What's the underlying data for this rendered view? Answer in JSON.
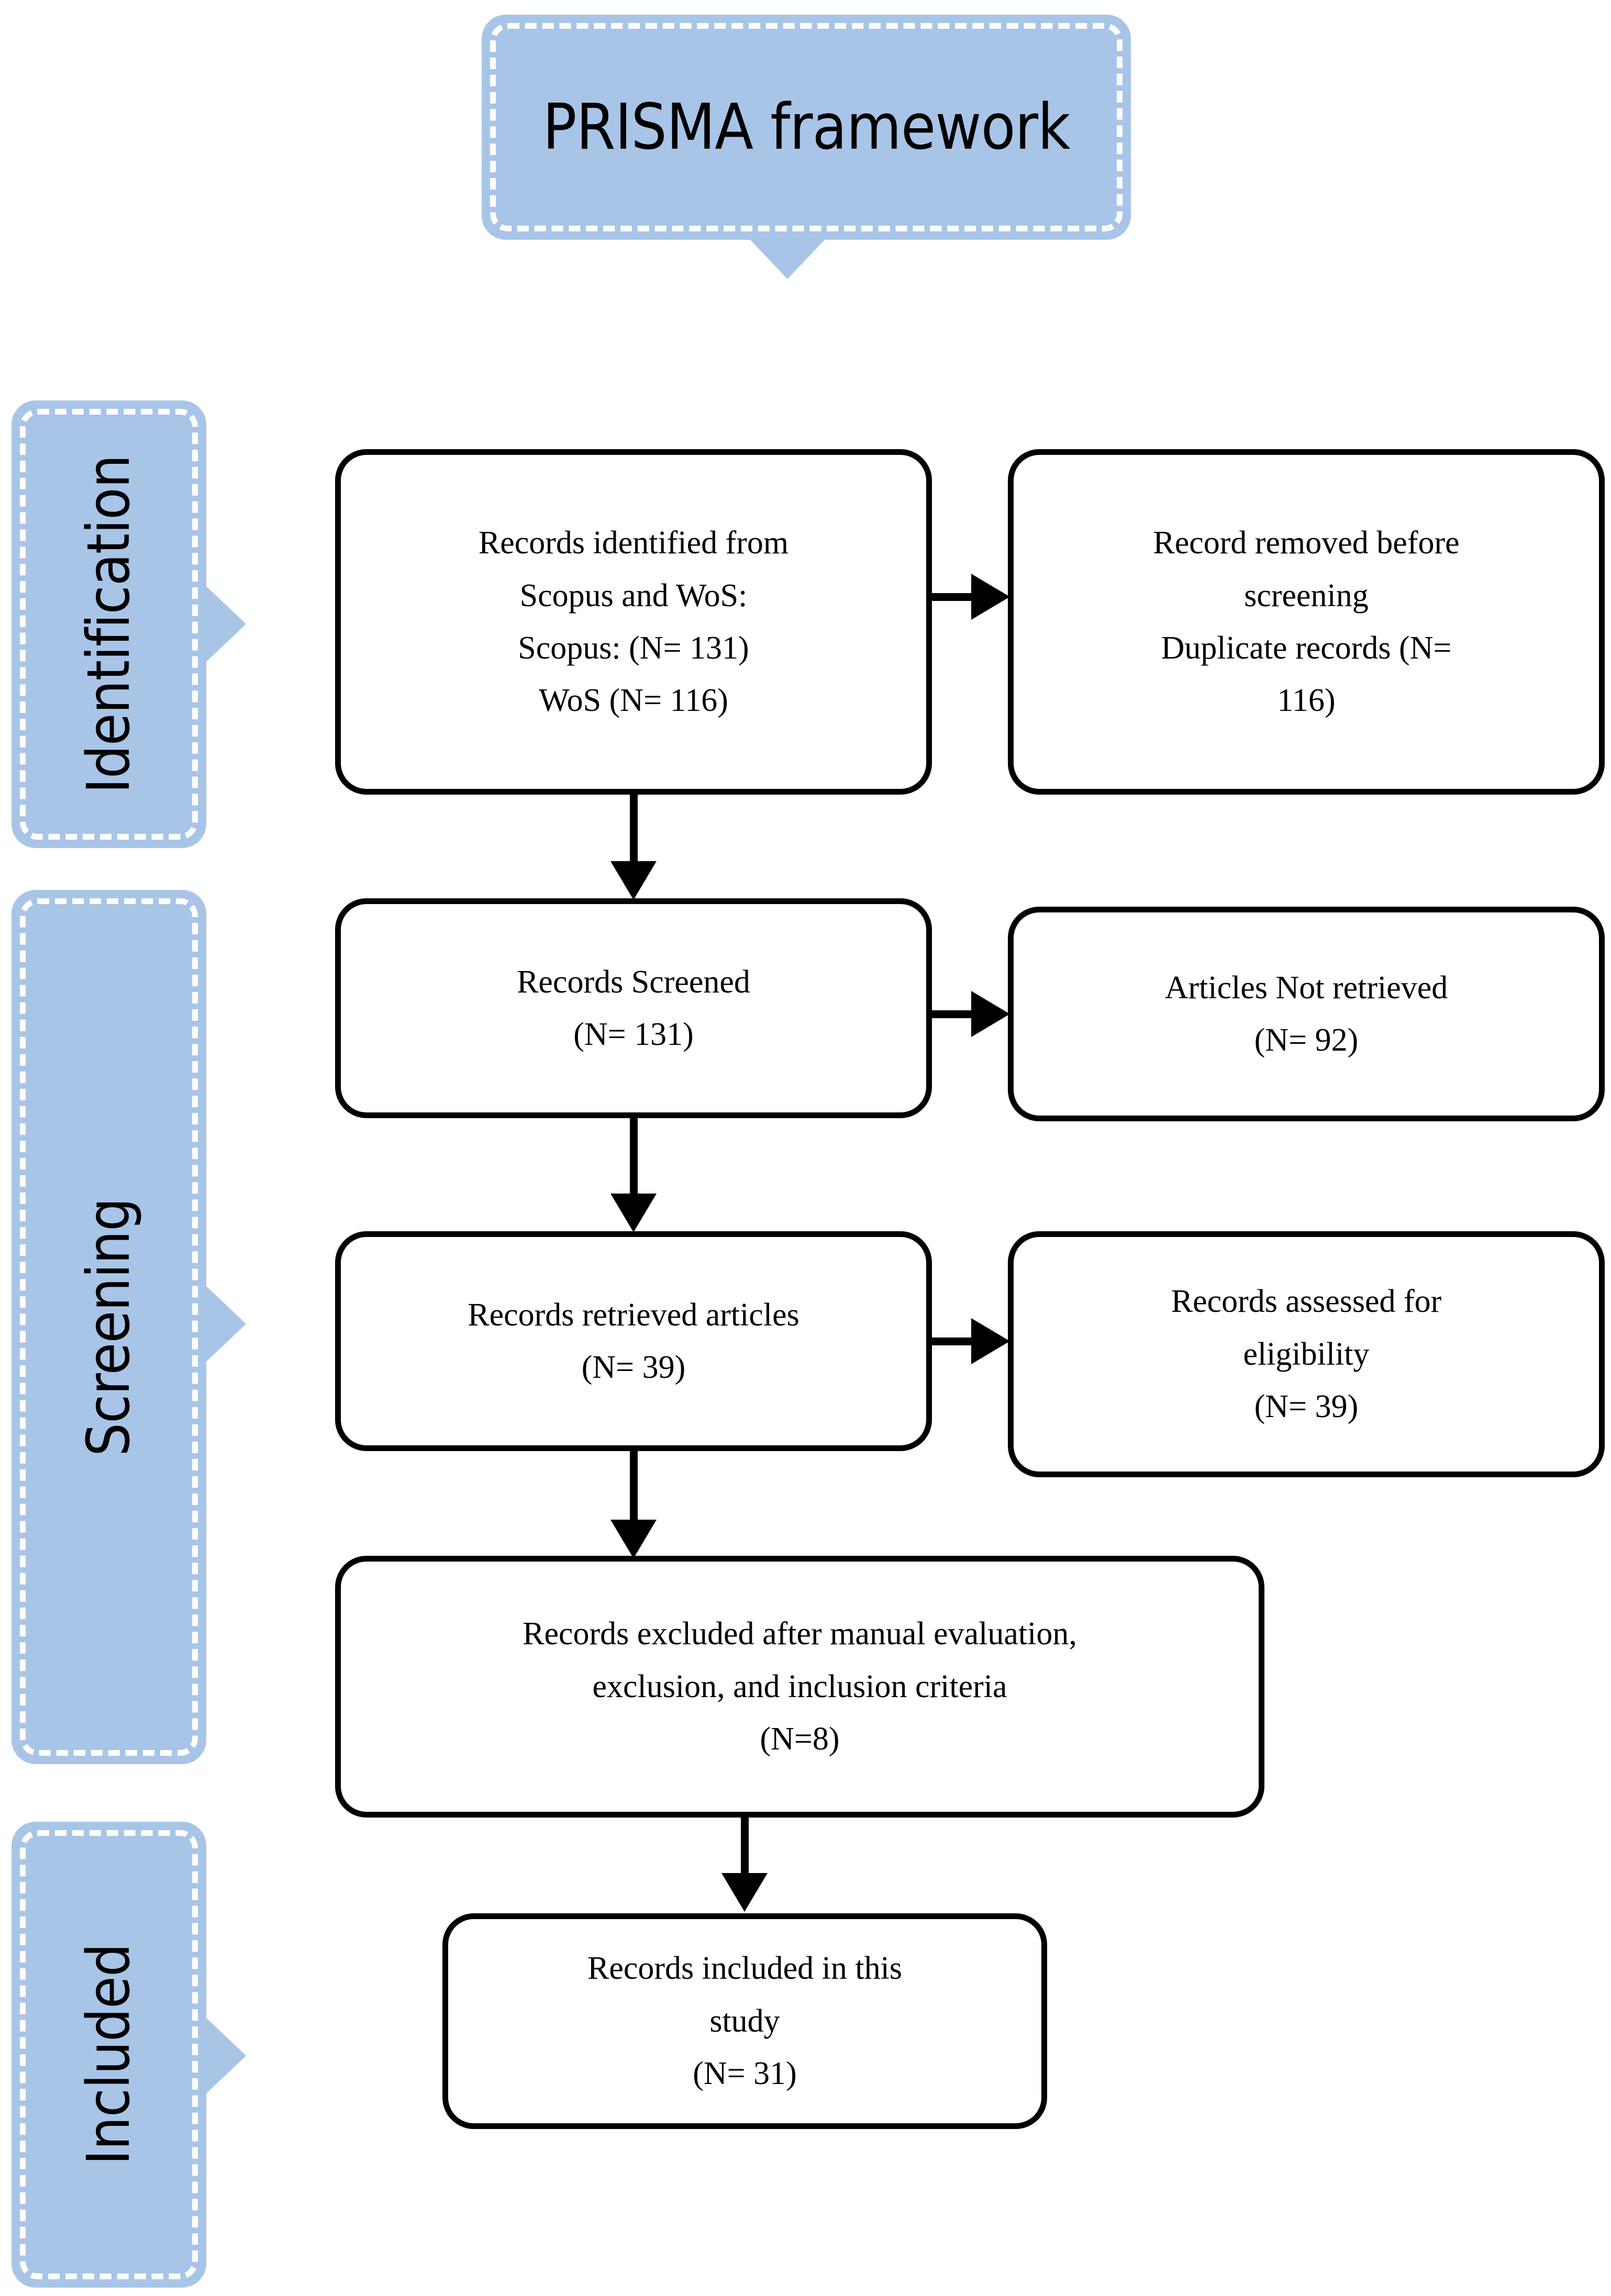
{
  "title": {
    "text": "PRISMA framework"
  },
  "colors": {
    "banner_fill": "#a8c5e8",
    "banner_dash": "#ffffff",
    "box_border": "#000000",
    "box_fill": "#ffffff",
    "text": "#000000",
    "background": "#ffffff"
  },
  "phases": [
    {
      "label": "Identification"
    },
    {
      "label": "Screening"
    },
    {
      "label": "Included"
    }
  ],
  "boxes": {
    "identified": {
      "lines": [
        "Records identified from",
        "Scopus and WoS:",
        "Scopus: (N= 131)",
        "WoS (N= 116)"
      ]
    },
    "removed": {
      "lines": [
        "Record removed before",
        "screening",
        "Duplicate records (N=",
        "116)"
      ]
    },
    "screened": {
      "lines": [
        "Records Screened",
        "(N= 131)"
      ]
    },
    "not_retrieved": {
      "lines": [
        "Articles Not retrieved",
        "(N= 92)"
      ]
    },
    "retrieved": {
      "lines": [
        "Records retrieved articles",
        "(N= 39)"
      ]
    },
    "assessed": {
      "lines": [
        "Records assessed for",
        "eligibility",
        "(N= 39)"
      ]
    },
    "excluded": {
      "lines": [
        "Records excluded after manual evaluation,",
        "exclusion, and inclusion criteria",
        "(N=8)"
      ]
    },
    "included": {
      "lines": [
        "Records included in this",
        "study",
        "(N= 31)"
      ]
    }
  },
  "counts": {
    "scopus": 131,
    "wos": 116,
    "duplicates_removed": 116,
    "screened": 131,
    "not_retrieved": 92,
    "retrieved": 39,
    "assessed_eligibility": 39,
    "excluded_manual": 8,
    "included": 31
  }
}
